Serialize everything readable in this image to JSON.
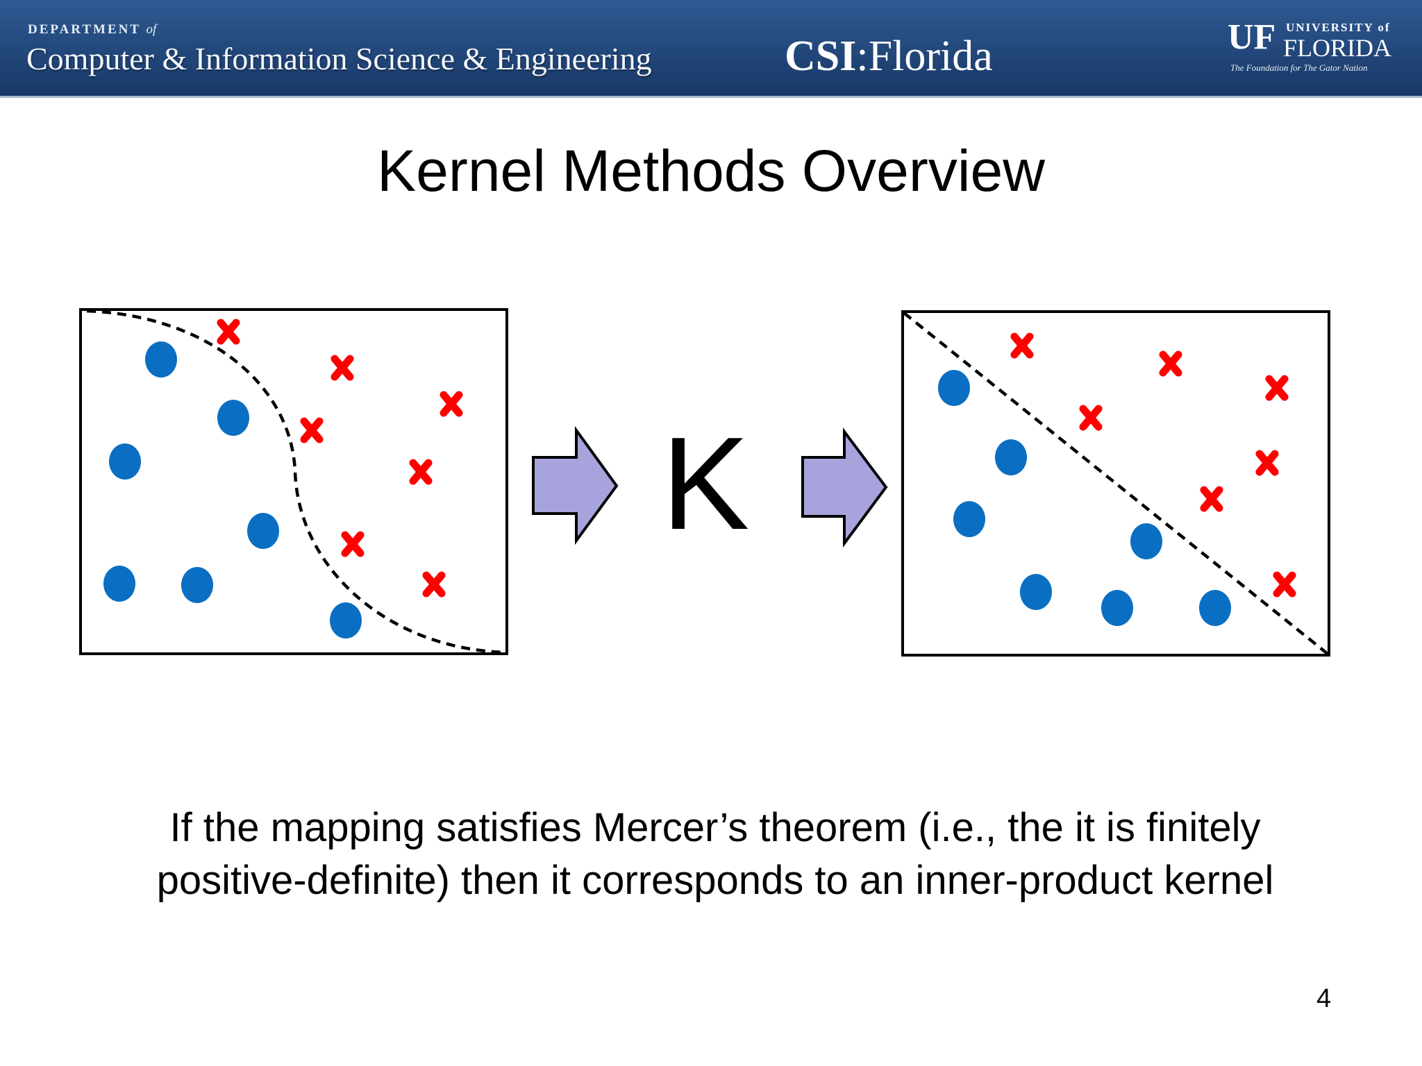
{
  "header": {
    "department_small": "DEPARTMENT",
    "department_small_of": "of",
    "department_name": "Computer & Information Science & Engineering",
    "center_bold": "CSI",
    "center_rest": ":Florida",
    "uf_mark": "UF",
    "uf_university": "UNIVERSITY of",
    "uf_florida": "FLORIDA",
    "uf_tagline": "The Foundation for The Gator Nation"
  },
  "slide": {
    "title": "Kernel Methods Overview",
    "kernel_symbol": "K",
    "caption_line1": "If the mapping satisfies Mercer’s theorem (i.e., the it is finitely",
    "caption_line2": "positive-definite) then it corresponds to an inner-product kernel",
    "page_number": "4"
  },
  "colors": {
    "header_blue": "#22477a",
    "class_circle": "#0a6fc2",
    "class_cross": "#ff0000",
    "arrow_fill": "#a6a3dd"
  },
  "icons": {
    "class_a": "filled-circle",
    "class_b": "red-cross",
    "transform": "right-block-arrow"
  }
}
